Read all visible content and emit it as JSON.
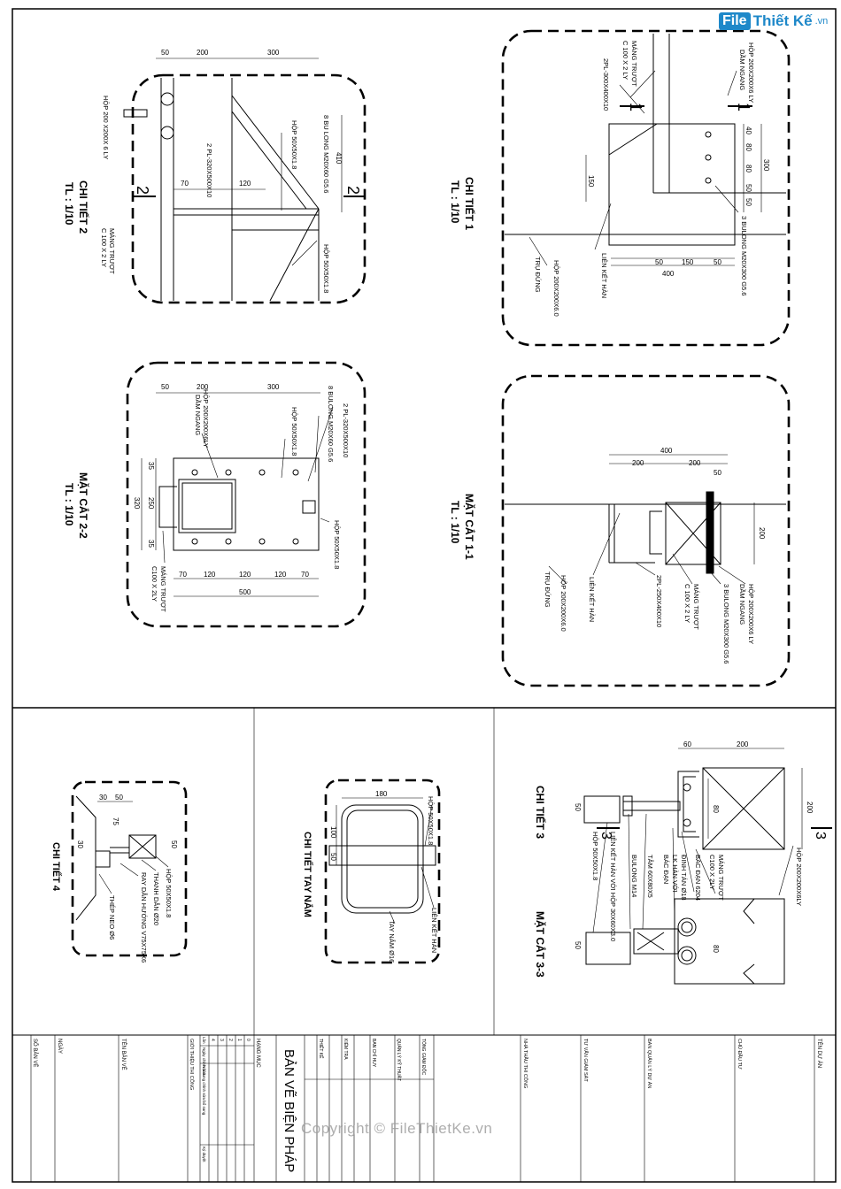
{
  "logo": {
    "badge": "File",
    "text": "Thiết Kế",
    "domain": ".vn"
  },
  "watermark": "Copyright © FileThietKe.vn",
  "detail1": {
    "title": "CHI TIẾT 1",
    "scale": "TL : 1/10",
    "labels": [
      "HỘP 200X200X6 LY",
      "DẦM NGANG",
      "MÁNG TRƯỢT",
      "C 100 X 2 LY",
      "2PL-300X400X10",
      "3 BULONG M20X300 G5.6",
      "LIÊN KẾT HÀN",
      "HỘP 200X200X6.0",
      "TRỤ ĐỨNG"
    ],
    "dims": [
      "40",
      "80",
      "80",
      "50",
      "50",
      "300",
      "150",
      "50",
      "150",
      "50",
      "400"
    ],
    "section_marks": [
      "1",
      "1"
    ]
  },
  "detail2": {
    "title": "CHI TIẾT 2",
    "scale": "TL : 1/10",
    "labels": [
      "HỘP 200 X200X 6 LY",
      "2 PL-320X500X10",
      "8 BU LONG M20X60 G5.6",
      "HỘP 50X50X1.8",
      "HỘP 50X50X1.8",
      "MÁNG TRƯỢT",
      "C 100 X 2 LY"
    ],
    "dims": [
      "50",
      "200",
      "300",
      "410",
      "70",
      "120"
    ],
    "section_marks": [
      "2",
      "2"
    ]
  },
  "section11": {
    "title": "MẶT CẮT 1-1",
    "scale": "TL : 1/10",
    "labels": [
      "HỘP 200X200X6 LY",
      "DẦM NGANG",
      "3 BULONG M20X300 G5.6",
      "MÁNG TRƯỢT",
      "C 100 X 2 LY",
      "2PL-250X400X10",
      "LIÊN KẾT HÀN",
      "HỘP 200X200X6.0",
      "TRỤ ĐỨNG"
    ],
    "dims": [
      "400",
      "200",
      "200",
      "50",
      "200"
    ]
  },
  "section22": {
    "title": "MẶT CẮT 2-2",
    "scale": "TL : 1/10",
    "labels": [
      "HỘP 200X200X6LY",
      "DẦM NGANG",
      "HỘP 50X50X1.8",
      "8 BULONG M20X60 G5.6",
      "2 PL-320X500X10",
      "HỘP 50X50X1.8",
      "MÁNG TRƯỢT",
      "C100 X 2LY"
    ],
    "dims": [
      "50",
      "200",
      "300",
      "35",
      "250",
      "35",
      "320",
      "70",
      "120",
      "120",
      "120",
      "70",
      "500"
    ]
  },
  "detail3": {
    "title": "CHI TIẾT 3",
    "section_title": "MẶT CẮT 3-3",
    "labels": [
      "HỘP 200X200X6LY",
      "MÁNG TRƯỢT",
      "C100 X 2LY",
      "BÁC ĐẠN 6204",
      "ĐINH TÁN Ø18",
      "LK HÀN VỚI",
      "BÁC ĐẠN",
      "TÂM 60X80X5",
      "BULONG M14",
      "LIÊN KẾT HÀN VỚI HỘP 30X60X3.0",
      "HỘP 50X50X1.8"
    ],
    "dims": [
      "60",
      "200",
      "80",
      "200",
      "50",
      "80",
      "50"
    ],
    "section_marks": [
      "3",
      "3"
    ]
  },
  "handle": {
    "title": "CHI TIẾT TAY NẮM",
    "labels": [
      "HỘP 50X50X1.8",
      "LIÊN KẾT HÀN",
      "TAY NẮM Ø16"
    ],
    "dims": [
      "180",
      "100",
      "50"
    ]
  },
  "detail4": {
    "title": "CHI TIẾT 4",
    "labels": [
      "HỘP 50X50X1.8",
      "THANH DẪN Ø20",
      "RAY DẪN HƯỚNG V75X75X6",
      "THÉP NEO Ø6"
    ],
    "dims": [
      "30",
      "50",
      "75",
      "30",
      "50"
    ]
  },
  "titleblock": {
    "drawing_title": "BẢN VẼ BIỆN PHÁP",
    "hang_muc": "HẠNG MỤC",
    "rows": [
      "CHỦ ĐẦU TƯ",
      "BAN QUẢN LÝ DỰ ÁN",
      "TƯ VẤN GIÁM SÁT",
      "NHÀ THẦU THI CÔNG"
    ],
    "roles": [
      "TỔNG GIÁM ĐỐC",
      "QUẢN LÝ KỸ THUẬT",
      "BAN CHỈ HUY",
      "KIỂM TRA",
      "THIẾT KẾ"
    ],
    "revision_header": [
      "Lần",
      "Ngày chỉnh sửa",
      "Nội dung chỉnh sửa bổ sung",
      "Ký duyệt"
    ],
    "revision_nums": [
      "0",
      "1",
      "2",
      "3",
      "4"
    ],
    "contractor": "GIỚI THIỆU THI CÔNG",
    "sheet_name": "TÊN BẢN VẼ",
    "date": "NGÀY",
    "sheet_no": "SỐ BẢN VẼ",
    "project": "TÊN DỰ ÁN"
  }
}
